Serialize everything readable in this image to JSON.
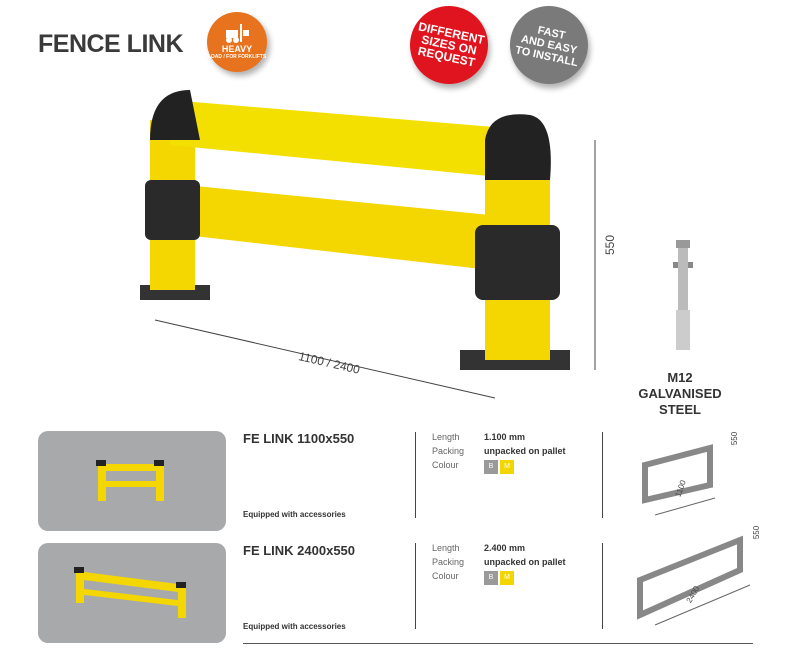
{
  "header": {
    "title": "FENCE LINK"
  },
  "badges": {
    "heavy": {
      "big": "HEAVY",
      "small": "LOAD / FOR FORKLIFTS"
    },
    "sizes": {
      "lines": [
        "DIFFERENT",
        "SIZES ON",
        "REQUEST"
      ]
    },
    "install": {
      "lines": [
        "FAST",
        "AND EASY",
        "TO INSTALL"
      ]
    }
  },
  "main_image": {
    "height_dim": "550",
    "length_dim": "1100 / 2400"
  },
  "bolt": {
    "size": "M12",
    "material": "GALVANISED STEEL"
  },
  "products": [
    {
      "name": "FE LINK 1100x550",
      "accessories": "Equipped with accessories",
      "length_label": "Length",
      "length": "1.100 mm",
      "packing_label": "Packing",
      "packing": "unpacked on pallet",
      "colour_label": "Colour",
      "colours": [
        {
          "code": "B",
          "hex": "#9a9a9a"
        },
        {
          "code": "M",
          "hex": "#f2d600"
        }
      ],
      "dim_length": "1100",
      "dim_height": "550"
    },
    {
      "name": "FE LINK 2400x550",
      "accessories": "Equipped with accessories",
      "length_label": "Length",
      "length": "2.400 mm",
      "packing_label": "Packing",
      "packing": "unpacked on pallet",
      "colour_label": "Colour",
      "colours": [
        {
          "code": "B",
          "hex": "#9a9a9a"
        },
        {
          "code": "M",
          "hex": "#f2d600"
        }
      ],
      "dim_length": "2400",
      "dim_height": "550"
    }
  ]
}
